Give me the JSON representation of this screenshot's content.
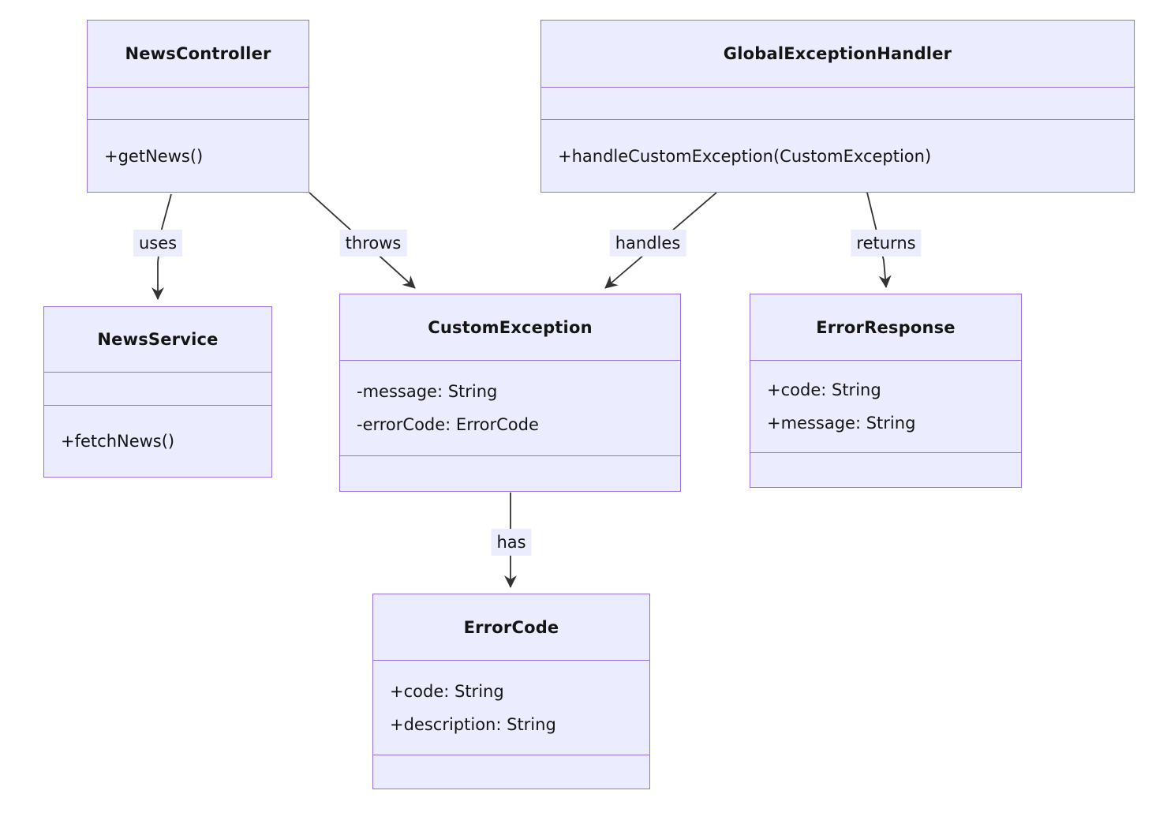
{
  "diagram": {
    "kind": "uml-class-diagram",
    "colors": {
      "node_fill": "#ECECFF",
      "node_border": "#9370DB",
      "edge_color": "#333333",
      "edge_label_background": "#ECECFF",
      "text_color": "#141414",
      "page_background": "#ffffff"
    },
    "classes": [
      {
        "title": "NewsController",
        "attributes": [],
        "methods": [
          "+getNews()"
        ]
      },
      {
        "title": "GlobalExceptionHandler",
        "attributes": [],
        "methods": [
          "+handleCustomException(CustomException)"
        ]
      },
      {
        "title": "NewsService",
        "attributes": [],
        "methods": [
          "+fetchNews()"
        ]
      },
      {
        "title": "CustomException",
        "attributes": [
          "-message: String",
          "-errorCode: ErrorCode"
        ],
        "methods": []
      },
      {
        "title": "ErrorResponse",
        "attributes": [
          "+code: String",
          "+message: String"
        ],
        "methods": []
      },
      {
        "title": "ErrorCode",
        "attributes": [
          "+code: String",
          "+description: String"
        ],
        "methods": []
      }
    ],
    "relationships": [
      {
        "from": "NewsController",
        "to": "NewsService",
        "label": "uses",
        "arrow": "solid-arrow"
      },
      {
        "from": "NewsController",
        "to": "CustomException",
        "label": "throws",
        "arrow": "solid-arrow"
      },
      {
        "from": "GlobalExceptionHandler",
        "to": "CustomException",
        "label": "handles",
        "arrow": "solid-arrow"
      },
      {
        "from": "GlobalExceptionHandler",
        "to": "ErrorResponse",
        "label": "returns",
        "arrow": "solid-arrow"
      },
      {
        "from": "CustomException",
        "to": "ErrorCode",
        "label": "has",
        "arrow": "solid-arrow"
      }
    ]
  }
}
